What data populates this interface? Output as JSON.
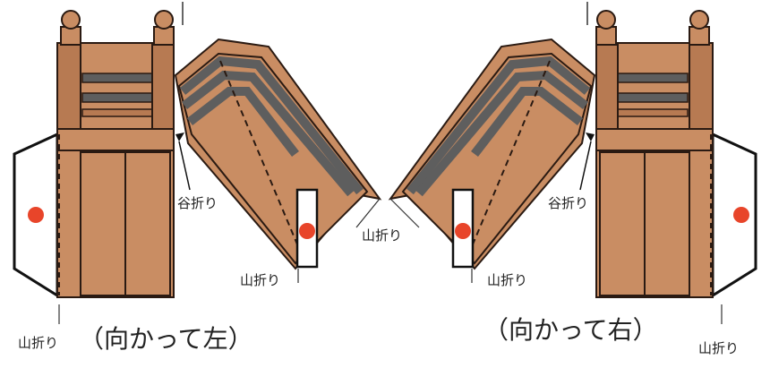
{
  "labels": {
    "valley_fold_left": "谷折り",
    "valley_fold_right": "谷折り",
    "mountain_fold_center": "山折り",
    "mountain_fold_left_flap": "山折り",
    "mountain_fold_right_flap": "山折り",
    "mountain_fold_left_bottom": "山折り",
    "mountain_fold_right_bottom": "山折り"
  },
  "captions": {
    "left": "（向かって左）",
    "right": "（向かって右）"
  },
  "colors": {
    "paper": "#c98d63",
    "paper_dark": "#b77a52",
    "stripe": "#5e5e5e",
    "outline": "#2a1a12",
    "glue_dot": "#e8452a"
  }
}
